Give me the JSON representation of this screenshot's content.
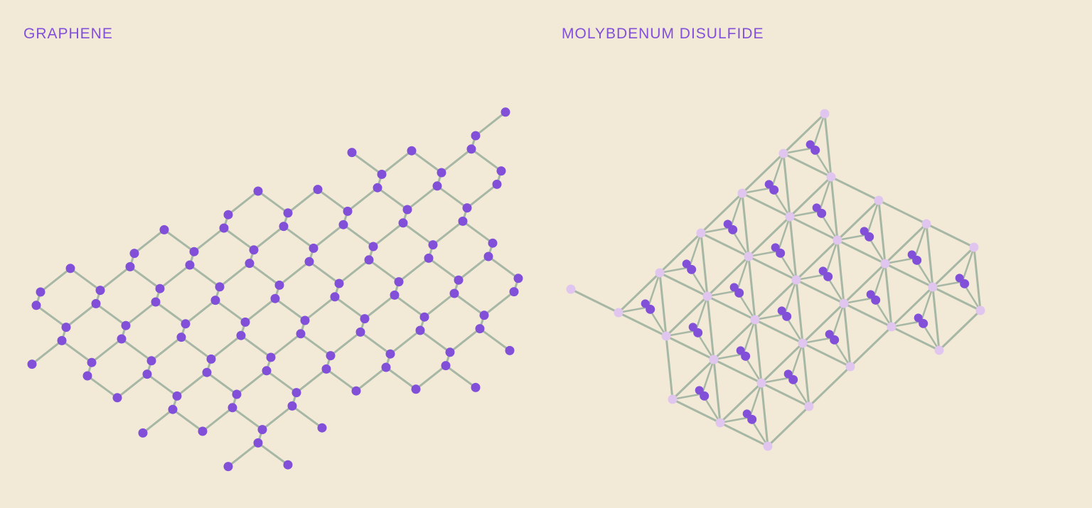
{
  "panels": {
    "graphene": {
      "title": "GRAPHENE"
    },
    "mos2": {
      "title": "MOLYBDENUM DISULFIDE"
    }
  },
  "colors": {
    "background": "#f2ead7",
    "title": "#8250d8",
    "atom": "#8250d8",
    "atom_light": "#e0c6ef",
    "bond": "#a7b7a5"
  },
  "diagram": {
    "graphene": {
      "structure": "hexagonal honeycomb lattice",
      "atom_color": "purple"
    },
    "mos2": {
      "structure": "trigonal prismatic lattice",
      "atom_colors": [
        "purple",
        "light pink"
      ]
    }
  }
}
